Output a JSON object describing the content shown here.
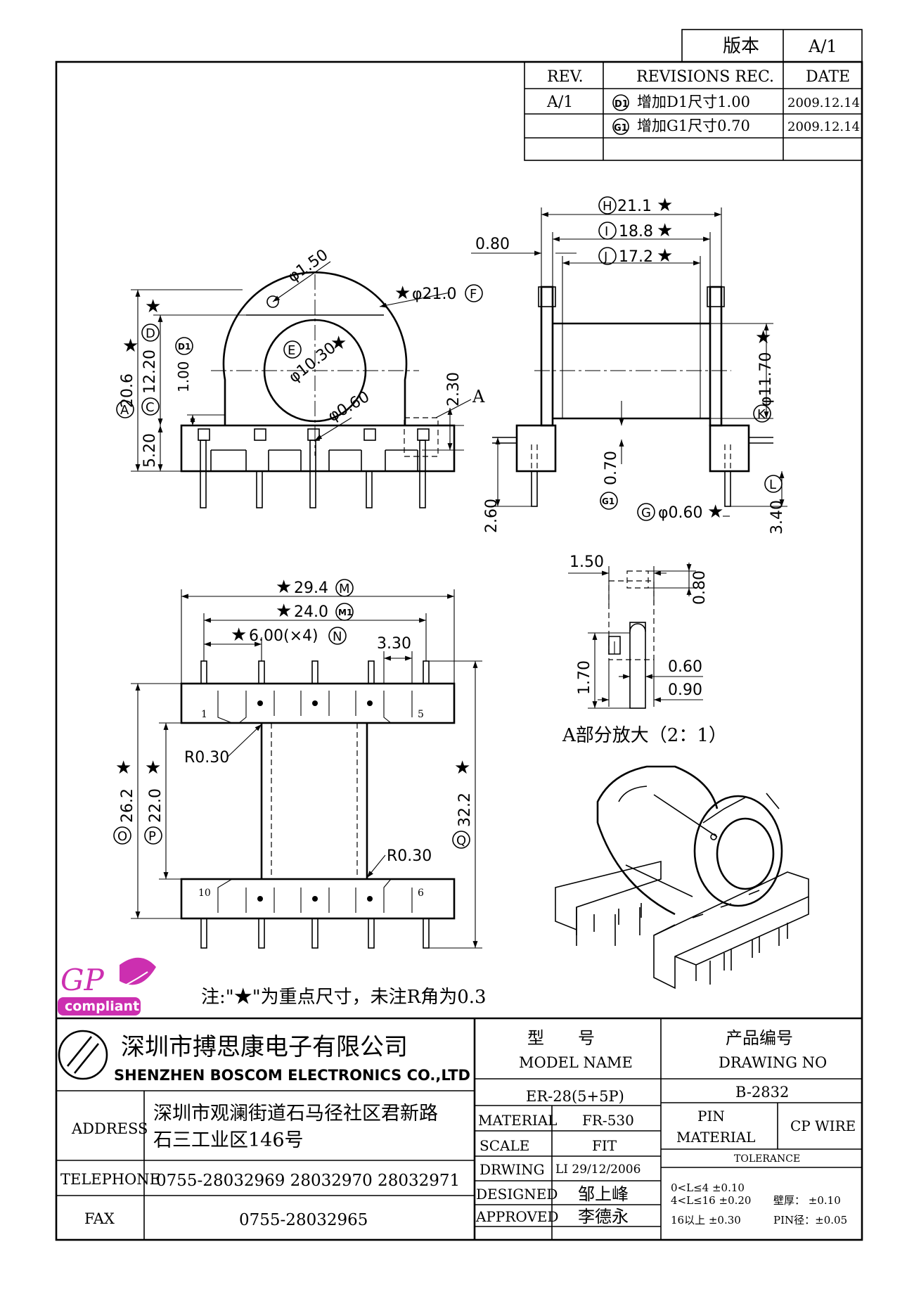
{
  "version_box": {
    "label": "版本",
    "value": "A/1"
  },
  "revisions": {
    "headers": [
      "REV.",
      "REVISIONS REC.",
      "DATE"
    ],
    "rows": [
      {
        "rev": "A/1",
        "mark": "D1",
        "text": "增加D1尺寸1.00",
        "date": "2009.12.14"
      },
      {
        "rev": "",
        "mark": "G1",
        "text": "增加G1尺寸0.70",
        "date": "2009.12.14"
      }
    ]
  },
  "dimensions": {
    "H": "21.1",
    "I": "18.8",
    "J": "17.2",
    "flange_offset": "0.80",
    "hole": "φ1.50",
    "flange_dia": "φ21.0",
    "A": "20.6",
    "C": "12.20",
    "D1": "1.00",
    "E": "φ10.30",
    "pin_hole": "φ0.60",
    "v230": "2.30",
    "v520": "5.20",
    "detail_callout": "A",
    "K": "φ11.70",
    "G1": "0.70",
    "v260": "2.60",
    "G": "φ0.60",
    "L": "3.40",
    "M": "29.4",
    "M1": "24.0",
    "N": "6.00(×4)",
    "v330": "3.30",
    "O": "26.2",
    "P": "22.0",
    "Q": "32.2",
    "R1": "R0.30",
    "R2": "R0.30",
    "d150": "1.50",
    "d080": "0.80",
    "d170": "1.70",
    "d060": "0.60",
    "d090": "0.90"
  },
  "circle_marks": {
    "H": "H",
    "I": "I",
    "J": "J",
    "F": "F",
    "D": "D",
    "D1": "D1",
    "E": "E",
    "A": "A",
    "C": "C",
    "K": "K",
    "L": "L",
    "G1": "G1",
    "G": "G",
    "M": "M",
    "M1": "M1",
    "N": "N",
    "O": "O",
    "P": "P",
    "Q": "Q"
  },
  "pin_numbers": {
    "p1": "1",
    "p5": "5",
    "p10": "10",
    "p6": "6"
  },
  "detail_caption": "A部分放大（2：1）",
  "note": "注:\"★\"为重点尺寸，未注R角为0.3",
  "logo": {
    "gp": "GP",
    "compliant": "compliant"
  },
  "company": {
    "name_cn": "深圳市搏思康电子有限公司",
    "name_en": "SHENZHEN BOSCOM ELECTRONICS CO.,LTD"
  },
  "title_block": {
    "model_label_cn": "型　　号",
    "model_label_en": "MODEL NAME",
    "model_value": "ER-28(5+5P)",
    "drawing_label_cn": "产品编号",
    "drawing_label_en": "DRAWING NO",
    "drawing_value": "B-2832",
    "address_label": "ADDRESS",
    "address_line1": "深圳市观澜街道石马径社区君新路",
    "address_line2": "石三工业区146号",
    "telephone_label": "TELEPHONE",
    "telephone_value": "0755-28032969 28032970 28032971",
    "fax_label": "FAX",
    "fax_value": "0755-28032965",
    "material_label": "MATERIAL",
    "material_value": "FR-530",
    "scale_label": "SCALE",
    "scale_value": "FIT",
    "drawing_row_label": "DRWING",
    "drawing_row_value": "LI 29/12/2006",
    "designed_label": "DESIGNED",
    "designed_value": "邹上峰",
    "approved_label": "APPROVED",
    "approved_value": "李德永",
    "pin_material_label1": "PIN",
    "pin_material_label2": "MATERIAL",
    "pin_material_value": "CP WIRE",
    "tolerance_label": "TOLERANCE",
    "tol1": "0<L≤4  ±0.10",
    "tol2": "4<L≤16  ±0.20",
    "tol3": "16以上     ±0.30",
    "wall_label": "壁厚：  ±0.10",
    "pin_dia_label": "PIN径：±0.05"
  }
}
